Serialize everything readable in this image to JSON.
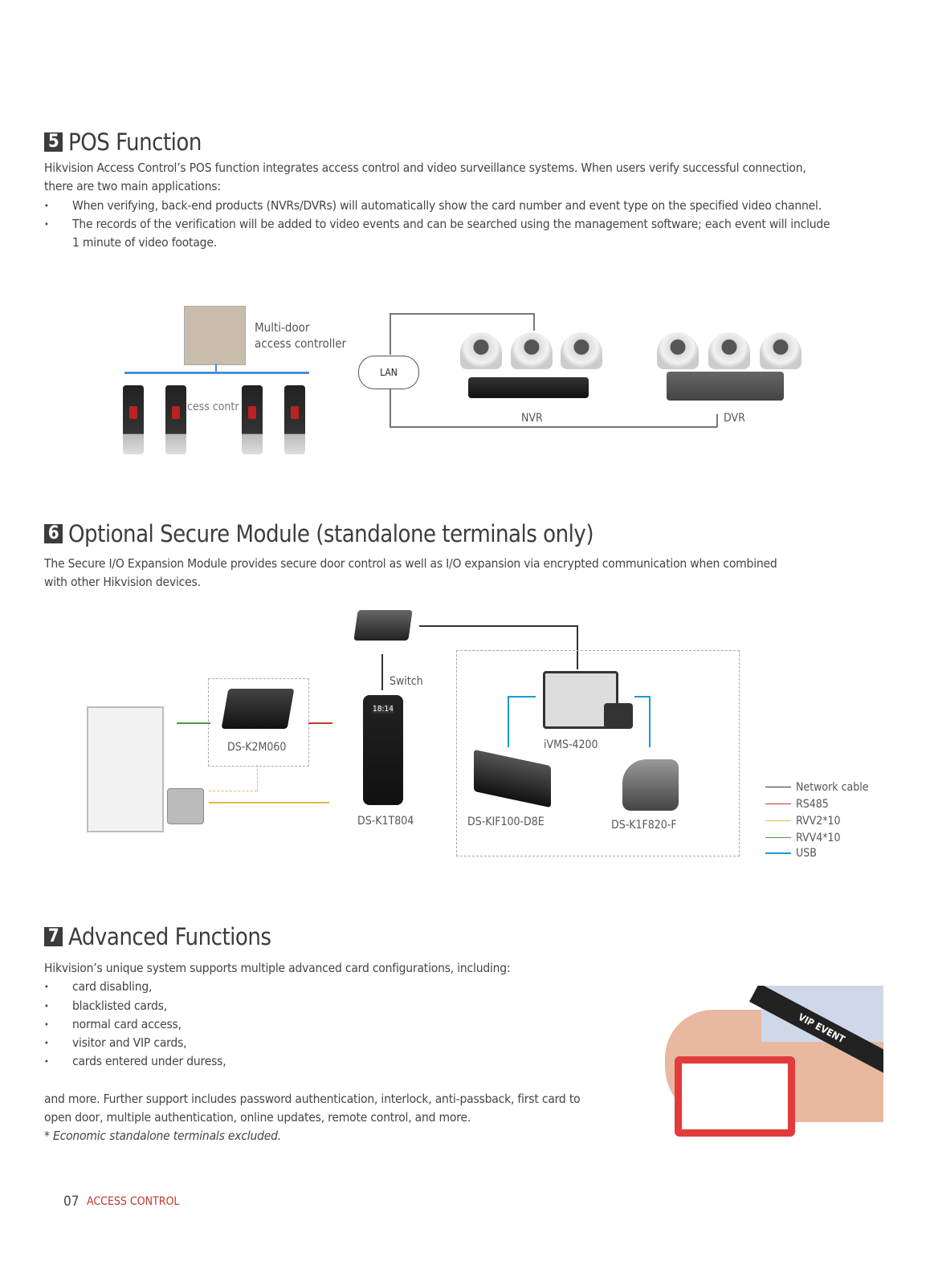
{
  "sections": [
    {
      "number": "5",
      "title": "POS Function",
      "intro": "Hikvision Access Control’s POS function integrates access control and video surveillance systems. When users verify successful connection, there are two main applications:",
      "bullets": [
        "When verifying, back-end products (NVRs/DVRs) will automatically show the card number and event type on the specified video channel.",
        "The records of the verification will be added to video events and can be searched using the management software; each event will include 1 minute of video footage."
      ]
    },
    {
      "number": "6",
      "title": "Optional Secure Module (standalone terminals only)",
      "intro": "The Secure I/O Expansion Module provides secure door control as well as I/O expansion via encrypted communication when combined with other Hikvision devices."
    },
    {
      "number": "7",
      "title": "Advanced Functions",
      "intro": "Hikvision’s unique system supports multiple advanced card configurations, including:",
      "bullets": [
        "card disabling,",
        "blacklisted cards,",
        "normal card access,",
        "visitor and VIP cards,",
        "cards entered under duress,"
      ],
      "outro": "and more. Further support includes password authentication, interlock, anti-passback, first card to open door, multiple authentication, online updates, remote control, and more.",
      "note": "* Economic standalone terminals excluded."
    }
  ],
  "diagram_pos": {
    "controller_label": "Multi-door\naccess controller",
    "overlap_text": "cess contr",
    "lan": "LAN",
    "nvr": "NVR",
    "dvr": "DVR"
  },
  "diagram_secure": {
    "switch": "Switch",
    "module": "DS-K2M060",
    "terminal": "DS-K1T804",
    "terminal_screen": "18:14",
    "software": "iVMS-4200",
    "enroll": "DS-KIF100-D8E",
    "fingerprint": "DS-K1F820-F",
    "legend": [
      {
        "label": "Network cable",
        "color": "#333333"
      },
      {
        "label": "RS485",
        "color": "#c0392b"
      },
      {
        "label": "RVV2*10",
        "color": "#e8b84a"
      },
      {
        "label": "RVV4*10",
        "color": "#4a9a3a"
      },
      {
        "label": "USB",
        "color": "#1a9ad0"
      }
    ]
  },
  "photo": {
    "lanyard_text": "VIP EVENT"
  },
  "footer": {
    "page": "07",
    "section": "ACCESS CONTROL",
    "accent": "#c0392b"
  }
}
